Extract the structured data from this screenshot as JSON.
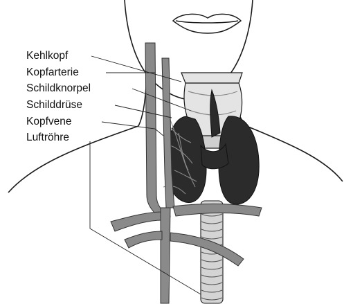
{
  "labels": [
    "Kehlkopf",
    "Kopfarterie",
    "Schildknorpel",
    "Schilddrüse",
    "Kopfvene",
    "Luftröhre"
  ],
  "colors": {
    "background": "#ffffff",
    "outline": "#1a1a1a",
    "gland": "#2b2b2b",
    "vessel": "#8a8a8a",
    "trachea": "#d4d4d4",
    "cartilage": "#e4e4e4"
  }
}
